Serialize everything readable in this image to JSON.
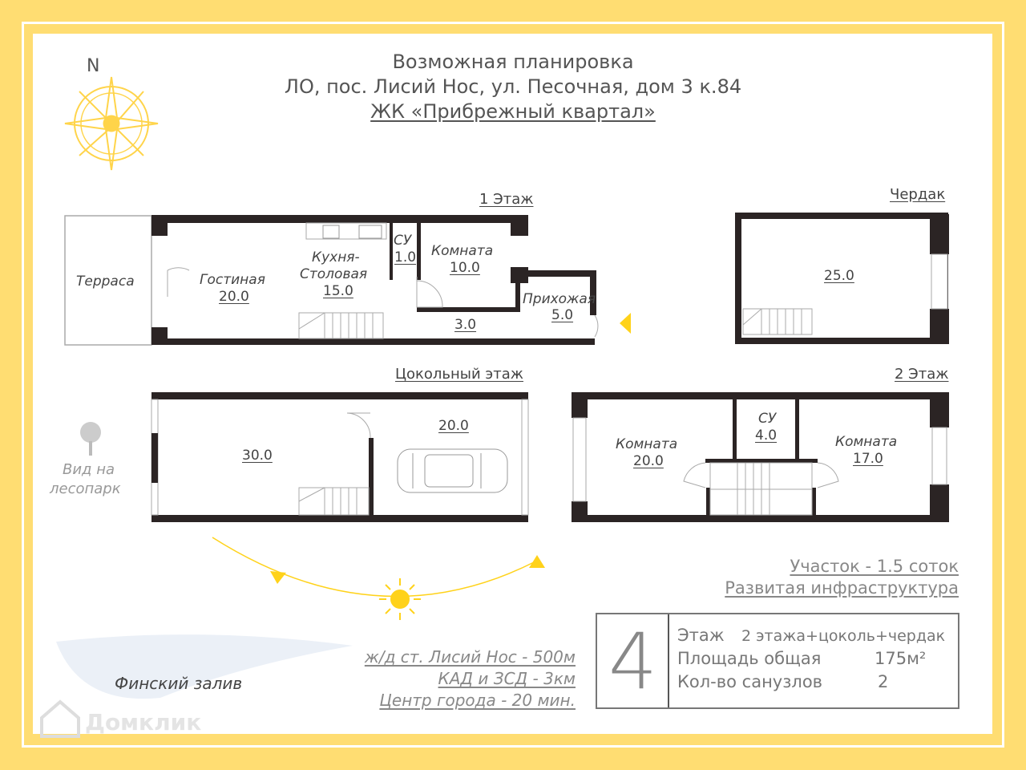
{
  "header": {
    "line1": "Возможная планировка",
    "line2": "ЛО, пос. Лисий Нос, ул. Песочная, дом 3 к.84",
    "line3": "ЖК «Прибрежный квартал»"
  },
  "compass": {
    "north": "N"
  },
  "floor1": {
    "label": "1 Этаж",
    "terrace": "Терраса",
    "living": {
      "name": "Гостиная",
      "area": "20.0"
    },
    "kitchen": {
      "name1": "Кухня-",
      "name2": "Столовая",
      "area": "15.0"
    },
    "wc": {
      "name": "СУ",
      "area": "1.0"
    },
    "room": {
      "name": "Комната",
      "area": "10.0"
    },
    "hall": {
      "name": "Прихожая",
      "area": "5.0"
    },
    "corridor": {
      "area": "3.0"
    }
  },
  "attic": {
    "label": "Чердак",
    "area": "25.0"
  },
  "basement": {
    "label": "Цокольный этаж",
    "room": {
      "area": "30.0"
    },
    "garage": {
      "area": "20.0"
    }
  },
  "floor2": {
    "label": "2 Этаж",
    "room1": {
      "name": "Комната",
      "area": "20.0"
    },
    "wc": {
      "name": "СУ",
      "area": "4.0"
    },
    "room2": {
      "name": "Комната",
      "area": "17.0"
    }
  },
  "view": {
    "line1": "Вид на",
    "line2": "лесопарк"
  },
  "gulf": "Финский залив",
  "distances": [
    "ж/д ст. Лисий Нос - 500м",
    "КАД и ЗСД - 3км",
    "Центр города - 20 мин."
  ],
  "features": [
    "Участок - 1.5 соток",
    "Развитая инфраструктура"
  ],
  "summary": {
    "big_number": "4",
    "rows": [
      {
        "label": "Этаж",
        "value": "2 этажа+цоколь+чердак"
      },
      {
        "label": "Площадь общая",
        "value": "175м²"
      },
      {
        "label": "Кол-во санузлов",
        "value": "2"
      }
    ]
  },
  "watermark": "Домклик",
  "colors": {
    "yellow": "#FFDD72",
    "wall": "#2B2424",
    "sun": "#FFD21A"
  }
}
